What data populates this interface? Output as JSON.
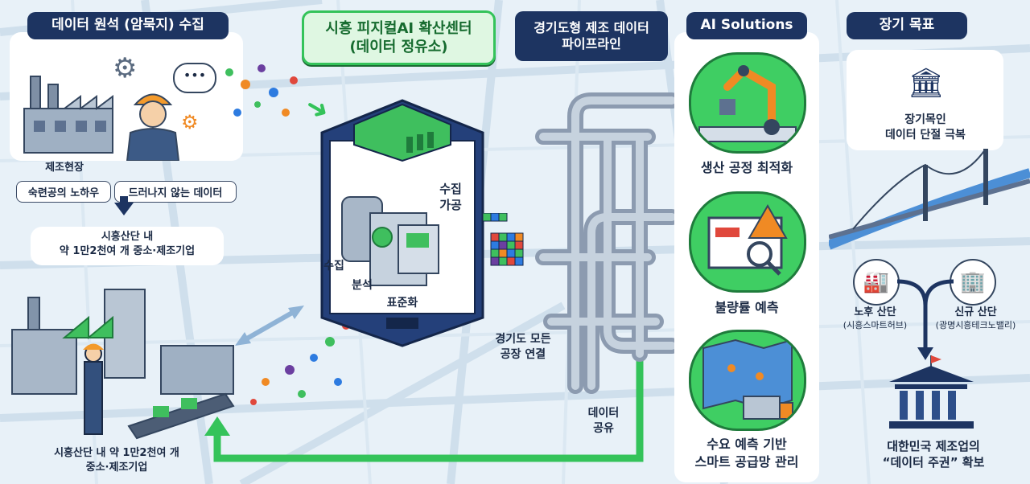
{
  "left": {
    "header": "데이터 원석 (암묵지) 수집",
    "site_label": "제조현장",
    "tag_knowhow": "숙련공의 노하우",
    "tag_hidden": "드러나지 않는 데이터",
    "caption_top": "시흥산단 내\n약 1만2천여 개 중소·제조기업",
    "caption_bottom": "시흥산단 내 약 1만2천여 개\n중소·제조기업"
  },
  "center": {
    "title": "시흥 피지컬AI 확산센터\n(데이터 정유소)",
    "label_collect_process": "수집\n가공",
    "label_collect": "수집",
    "label_analyze": "분석",
    "label_standardize": "표준화"
  },
  "pipeline": {
    "header": "경기도형 제조 데이터\n파이프라인",
    "connect_label": "경기도 모든\n공장 연결",
    "share_label": "데이터\n공유"
  },
  "solutions": {
    "header": "AI Solutions",
    "items": [
      {
        "label": "생산 공정 최적화"
      },
      {
        "label": "불량률 예측"
      },
      {
        "label": "수요 예측 기반\n스마트 공급망 관리"
      }
    ]
  },
  "goal": {
    "header": "장기 목표",
    "top_text": "장기목인\n데이터 단절 극복",
    "old_label": "노후 산단",
    "old_sub": "(시흥스마트허브)",
    "new_label": "신규 산단",
    "new_sub": "(광명시흥테크노밸리)",
    "bottom_text": "대한민국 제조업의\n“데이터 주권” 확보"
  },
  "colors": {
    "navy": "#1d3461",
    "green": "#34c35a",
    "pipe": "#a9b6c6",
    "accent_orange": "#f08a24"
  }
}
